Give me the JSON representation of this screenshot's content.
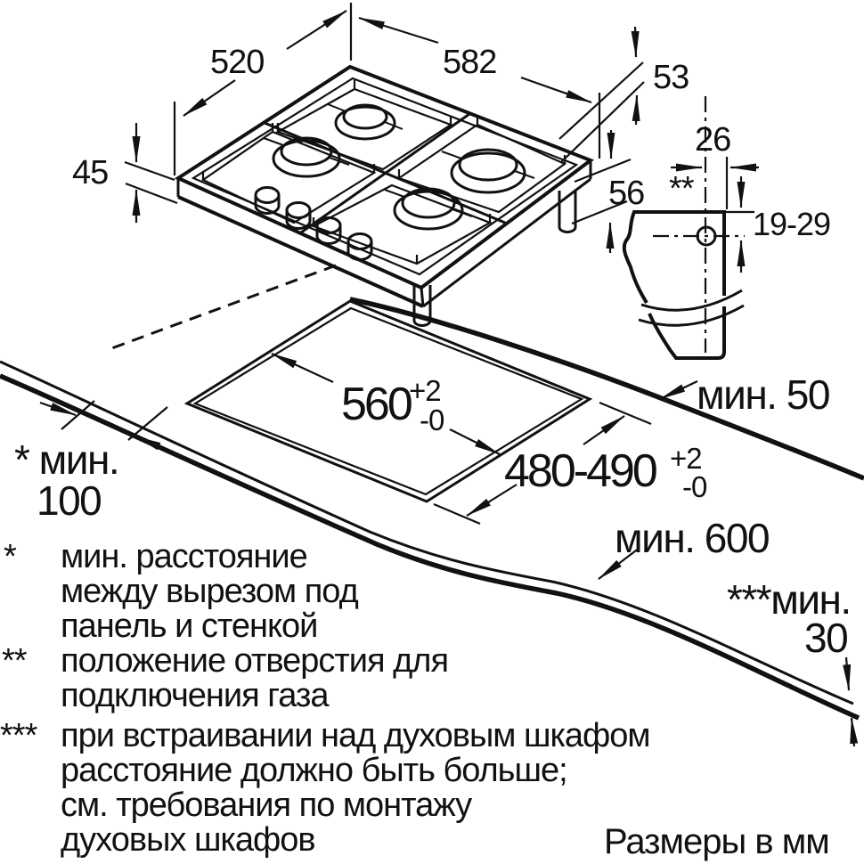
{
  "units_label": "Размеры в мм",
  "dimensions": {
    "hob_depth": "520",
    "hob_width": "582",
    "rim_height": "53",
    "top_height": "45",
    "body_height": "56",
    "gas_hole_offset": "26",
    "gas_hole_marker": "**",
    "gas_hole_depth_range": "19-29",
    "cutout_width": "560",
    "cutout_width_tol_plus": "+2",
    "cutout_width_tol_minus": "-0",
    "cutout_depth": "480-490",
    "cutout_depth_tol_plus": "+2",
    "cutout_depth_tol_minus": "-0",
    "rear_clearance": "мин. 50",
    "side_clearance_label": "* мин.",
    "side_clearance_value": "100",
    "worktop_depth": "мин. 600",
    "bottom_clearance_label": "***мин.",
    "bottom_clearance_value": "30"
  },
  "notes": [
    {
      "marker": "*",
      "lines": [
        "мин. расстояние",
        "между вырезом под",
        "панель и стенкой"
      ]
    },
    {
      "marker": "**",
      "lines": [
        "положение отверстия для",
        "подключения газа"
      ]
    },
    {
      "marker": "***",
      "lines": [
        "при встраивании над духовым шкафом",
        "расстояние должно быть больше;",
        "см. требования по монтажу",
        "духовых шкафов"
      ]
    }
  ],
  "colors": {
    "line": "#111111",
    "burner_cap": "#c9c9c9",
    "background": "#ffffff"
  }
}
